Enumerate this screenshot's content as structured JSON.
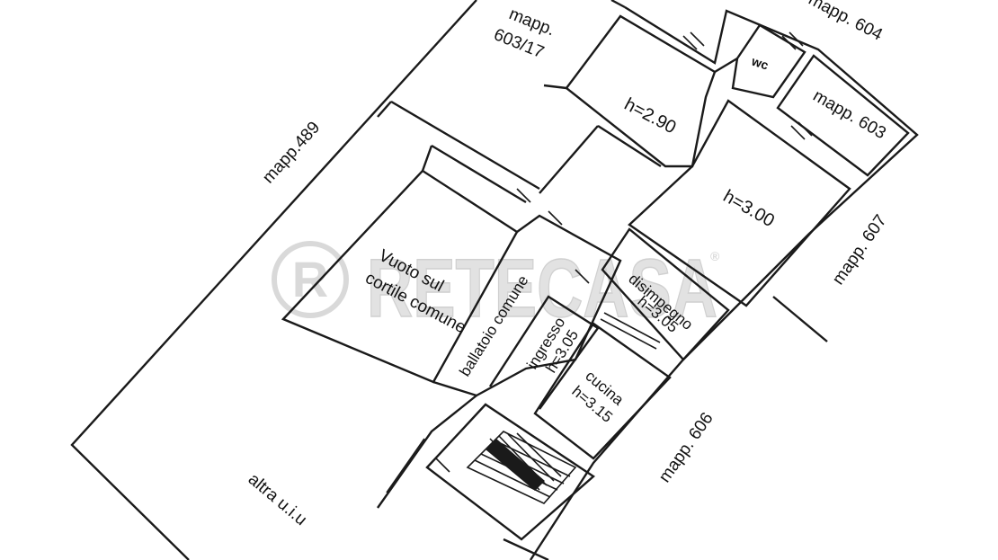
{
  "plan": {
    "labels": {
      "mapp_489": "mapp.489",
      "mapp_603_17_line1": "mapp.",
      "mapp_603_17_line2": "603/17",
      "mapp_604": "mapp. 604",
      "mapp_603": "mapp. 603",
      "mapp_607": "mapp. 607",
      "mapp_606": "mapp. 606",
      "wc": "wc",
      "h_290": "h=2.90",
      "h_300": "h=3.00",
      "vuoto_line1": "Vuoto sul",
      "vuoto_line2": "cortile comune",
      "ballatoio": "ballatoio comune",
      "ingresso_line1": "ingresso",
      "ingresso_line2": "h=3.05",
      "disimpegno_line1": "disimpegno",
      "disimpegno_line2": "h=3.05",
      "cucina_line1": "cucina",
      "cucina_line2": "h=3.15",
      "altra_uiu": "altra u.i.u"
    },
    "watermark": {
      "brand": "RETECASA",
      "registered": "®",
      "color": "#d9d9d9"
    },
    "colors": {
      "line": "#1a1a1a",
      "background": "#ffffff"
    }
  }
}
